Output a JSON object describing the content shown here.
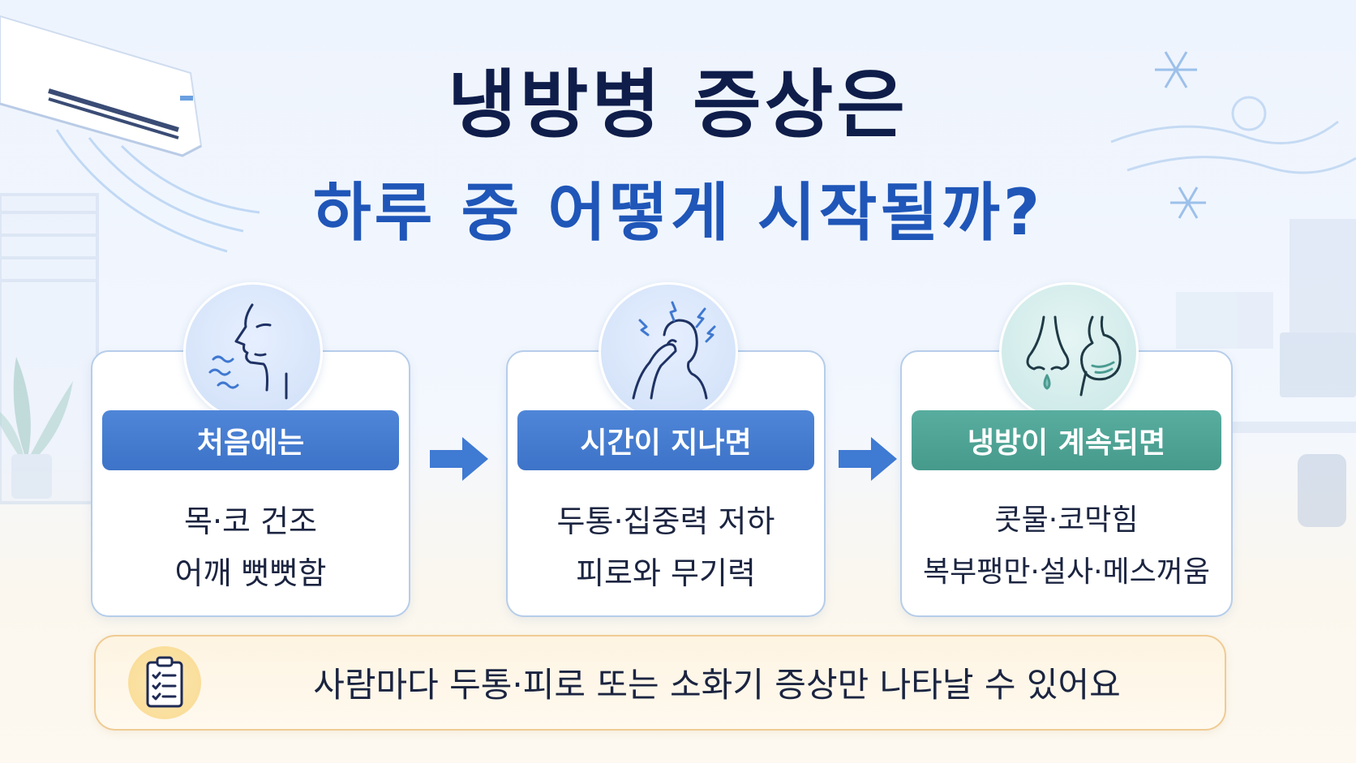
{
  "title": {
    "line1": "냉방병 증상은",
    "line2": "하루 중 어떻게 시작될까?"
  },
  "stages": [
    {
      "icon": "dry-throat-icon",
      "label": "처음에는",
      "symptoms": [
        "목·코 건조",
        "어깨 뻣뻣함"
      ],
      "color": "#4a80d3"
    },
    {
      "icon": "headache-icon",
      "label": "시간이 지나면",
      "symptoms": [
        "두통·집중력 저하",
        "피로와 무기력"
      ],
      "color": "#3f75c9"
    },
    {
      "icon": "nose-stomach-icon",
      "label": "냉방이 계속되면",
      "symptoms": [
        "콧물·코막힘",
        "복부팽만·설사·메스꺼움"
      ],
      "color": "#52a698"
    }
  ],
  "note": {
    "icon": "clipboard-checklist-icon",
    "text": "사람마다 두통·피로 또는 소화기 증상만 나타날 수 있어요"
  },
  "colors": {
    "title_dark": "#0f1d4a",
    "title_blue": "#1f56b8",
    "arrow": "#3f7ad3",
    "note_border": "#efcb93"
  }
}
